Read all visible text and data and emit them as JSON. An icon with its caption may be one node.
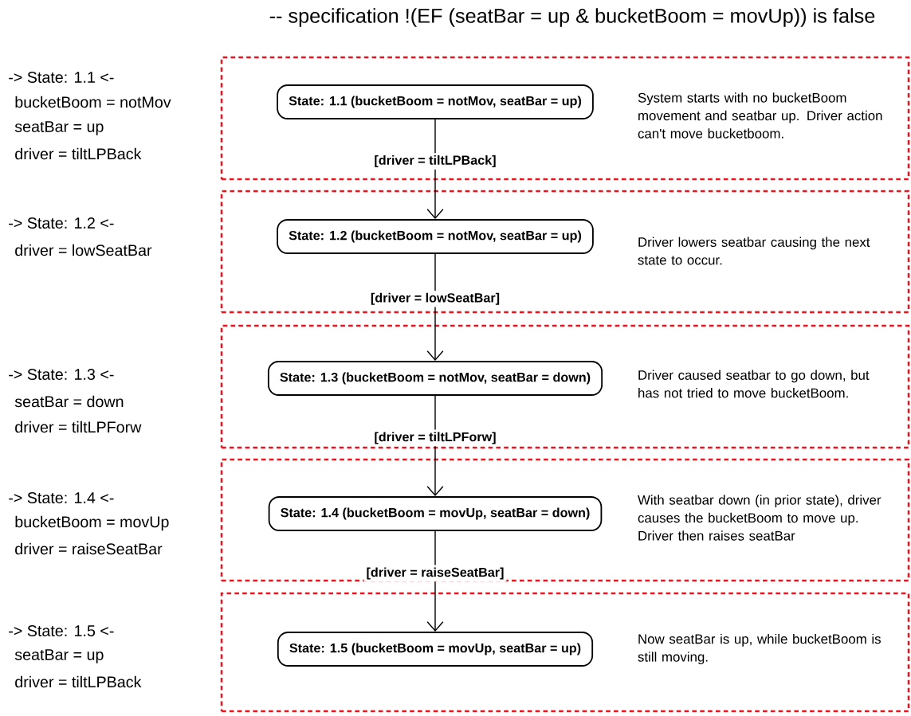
{
  "diagram": {
    "title": "-- specification !(EF (seatBar = up & bucketBoom = movUp))  is false",
    "nodes": [
      {
        "text": [
          "System starts with no bucketBoom movement and seatbar up. Driver action can't move bucketboom."
        ]
      },
      {
        "text": [
          "State: 1.1 (bucketBoom = notMov, seatBar = up)"
        ],
        "in": 0
      },
      {
        "text": [
          "Driver lowers seatbar causing the next state to occur."
        ]
      },
      {
        "text": [
          "State: 1.2 (bucketBoom = notMov, seatBar = up)"
        ],
        "in": 2
      },
      {
        "text": [
          "Driver caused seatbar to go down, but has not tried to move bucketBoom."
        ]
      },
      {
        "text": [
          "State: 1.3 (bucketBoom = notMov, seatBar = down)"
        ],
        "in": 4
      },
      {
        "text": [
          "With seatbar down (in prior state), driver causes the bucketBoom to move up. Driver then raises seatBar"
        ]
      },
      {
        "text": [
          "State: 1.4 (bucketBoom = movUp, seatBar = down)"
        ],
        "in": 6
      },
      {
        "text": [
          "Now seatBar is up, while bucketBoom is still moving."
        ]
      },
      {
        "text": [
          "State: 1.5 (bucketBoom = movUp, seatBar = up)"
        ],
        "in": 8
      }
    ],
    "edges": [
      {
        "from": 1,
        "to": 3,
        "arrow": "to",
        "label": "[driver = tiltLPBack]"
      },
      {
        "from": 3,
        "to": 5,
        "arrow": "to",
        "label": "[driver = lowSeatBar]"
      },
      {
        "from": 5,
        "to": 7,
        "arrow": "to",
        "label": "[driver = tiltLPForw]"
      },
      {
        "from": 7,
        "to": 9,
        "arrow": "to",
        "label": "[driver = raiseSeatBar]"
      }
    ],
    "labels": [
      "-> State: 1.1 <-",
      "bucketBoom = notMov",
      "seatBar = up",
      "driver = tiltLPBack",
      "-> State: 1.2 <-",
      "driver = lowSeatBar",
      "-> State: 1.3 <-",
      "seatBar = down",
      "driver = tiltLPForw",
      "-> State: 1.4 <-",
      "bucketBoom = movUp",
      "driver = raiseSeatBar",
      "-> State: 1.5 <-",
      "seatBar = up",
      "driver = tiltLPBack"
    ]
  }
}
